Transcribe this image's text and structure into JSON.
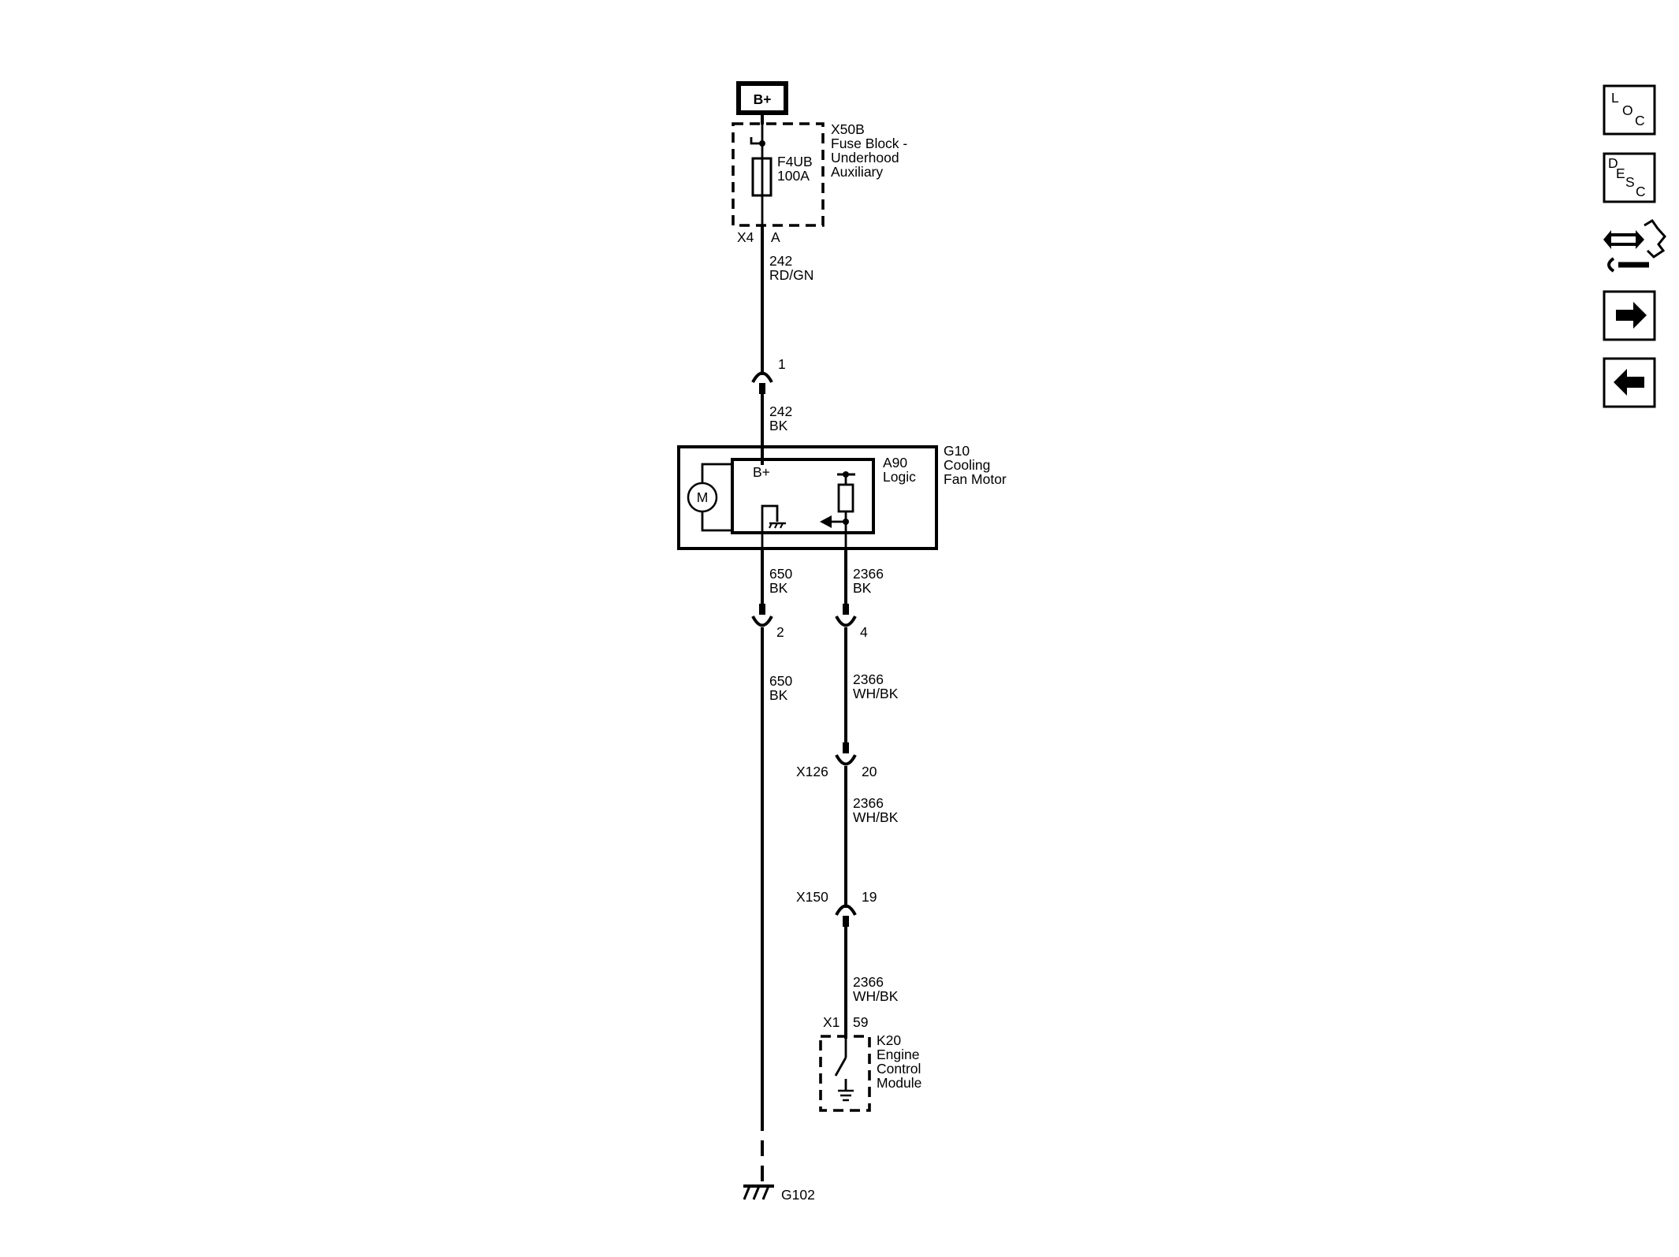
{
  "battery": {
    "label": "B+"
  },
  "fuse_block": {
    "id": "X50B",
    "name_lines": [
      "Fuse Block -",
      "Underhood",
      "Auxiliary"
    ],
    "fuse_id": "F4UB",
    "fuse_rating": "100A",
    "connector": "X4",
    "pin": "A"
  },
  "wires": {
    "w242_rdgn": {
      "circuit": "242",
      "color": "RD/GN"
    },
    "w242_bk": {
      "circuit": "242",
      "color": "BK"
    },
    "w650_bk_upper": {
      "circuit": "650",
      "color": "BK"
    },
    "w650_bk_lower": {
      "circuit": "650",
      "color": "BK"
    },
    "w2366_bk": {
      "circuit": "2366",
      "color": "BK"
    },
    "w2366_whbk_1": {
      "circuit": "2366",
      "color": "WH/BK"
    },
    "w2366_whbk_2": {
      "circuit": "2366",
      "color": "WH/BK"
    },
    "w2366_whbk_3": {
      "circuit": "2366",
      "color": "WH/BK"
    }
  },
  "motor_connector": {
    "pin_1": "1",
    "pin_2": "2",
    "pin_4": "4"
  },
  "fan_motor": {
    "id": "G10",
    "name_lines": [
      "Cooling",
      "Fan Motor"
    ],
    "motor_symbol": "M",
    "logic_id": "A90",
    "logic_name": "Logic",
    "logic_supply": "B+"
  },
  "inline_connectors": {
    "x126": {
      "id": "X126",
      "pin": "20"
    },
    "x150": {
      "id": "X150",
      "pin": "19"
    }
  },
  "ecm": {
    "connector": "X1",
    "pin": "59",
    "id": "K20",
    "name_lines": [
      "Engine",
      "Control",
      "Module"
    ]
  },
  "ground": {
    "id": "G102"
  },
  "side_nav": {
    "loc_letters": [
      "L",
      "O",
      "C"
    ],
    "desc_letters": [
      "D",
      "E",
      "S",
      "C"
    ],
    "icons": [
      "loc-icon",
      "desc-icon",
      "connector-service-icon",
      "next-arrow-icon",
      "previous-arrow-icon"
    ]
  }
}
